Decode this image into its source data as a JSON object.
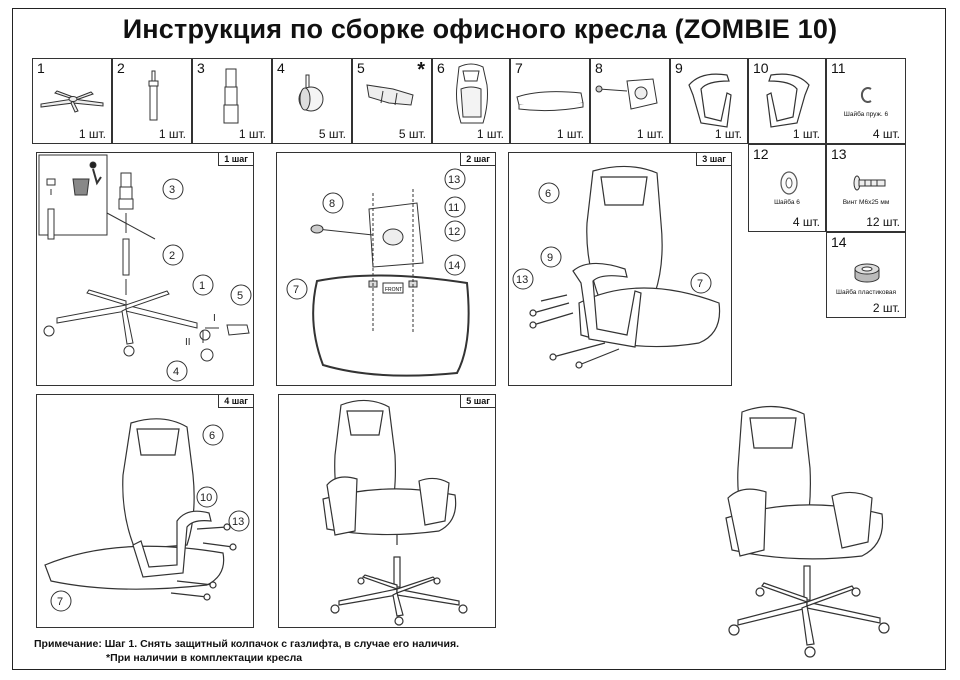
{
  "title": "Инструкция по сборке офисного кресла (ZOMBIE 10)",
  "parts": [
    {
      "num": "1",
      "qty": "1 шт.",
      "icon": "chair-base-icon"
    },
    {
      "num": "2",
      "qty": "1 шт.",
      "icon": "gas-lift-icon"
    },
    {
      "num": "3",
      "qty": "1 шт.",
      "icon": "telescopic-cover-icon"
    },
    {
      "num": "4",
      "qty": "5 шт.",
      "icon": "caster-wheel-icon"
    },
    {
      "num": "5",
      "qty": "5 шт.",
      "icon": "base-cover-icon",
      "star": "*"
    },
    {
      "num": "6",
      "qty": "1 шт.",
      "icon": "backrest-icon"
    },
    {
      "num": "7",
      "qty": "1 шт.",
      "icon": "seat-icon"
    },
    {
      "num": "8",
      "qty": "1 шт.",
      "icon": "mechanism-icon"
    },
    {
      "num": "9",
      "qty": "1 шт.",
      "icon": "armrest-left-icon"
    },
    {
      "num": "10",
      "qty": "1 шт.",
      "icon": "armrest-right-icon"
    },
    {
      "num": "11",
      "qty": "4 шт.",
      "icon": "spring-washer-icon",
      "label": "Шайба пруж. 6"
    },
    {
      "num": "12",
      "qty": "4 шт.",
      "icon": "washer-icon",
      "label": "Шайба 6"
    },
    {
      "num": "13",
      "qty": "12 шт.",
      "icon": "screw-icon",
      "label": "Винт М6х25 мм"
    },
    {
      "num": "14",
      "qty": "2 шт.",
      "icon": "plastic-washer-icon",
      "label": "Шайба пластиковая"
    }
  ],
  "steps": {
    "step1": {
      "tag": "1 шаг",
      "callouts": [
        "3",
        "2",
        "1",
        "5",
        "4"
      ],
      "arrows": [
        "I",
        "II"
      ]
    },
    "step2": {
      "tag": "2 шаг",
      "callouts": [
        "13",
        "8",
        "11",
        "12",
        "14",
        "7"
      ],
      "front": "FRONT"
    },
    "step3": {
      "tag": "3 шаг",
      "callouts": [
        "6",
        "9",
        "13",
        "7"
      ]
    },
    "step4": {
      "tag": "4 шаг",
      "callouts": [
        "6",
        "10",
        "13",
        "7"
      ]
    },
    "step5": {
      "tag": "5 шаг"
    }
  },
  "notes": {
    "line1": "Примечание: Шаг 1. Снять защитный колпачок с газлифта, в случае его наличия.",
    "line2": "*При наличии в комплектации кресла"
  }
}
